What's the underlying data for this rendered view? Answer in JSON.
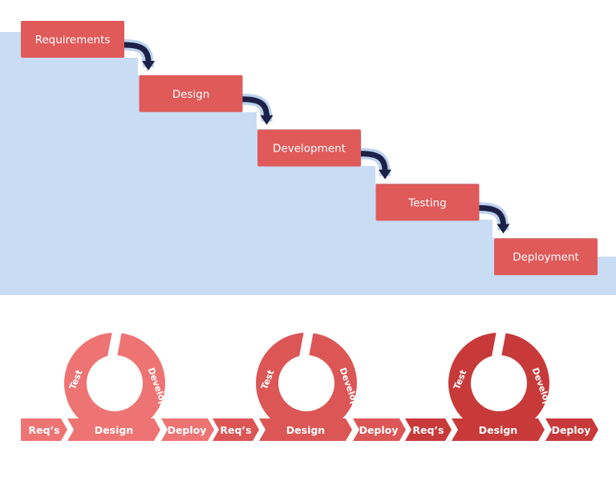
{
  "colors": {
    "panel": "#c8dcf4",
    "step": "#e05a5a",
    "connector": "#1d2148",
    "cycle_light": "#ee7474",
    "cycle_mid": "#dc5656",
    "cycle_dark": "#c83a3a"
  },
  "waterfall": {
    "steps": [
      "Requirements",
      "Design",
      "Development",
      "Testing",
      "Deployment"
    ]
  },
  "agile": {
    "labels": {
      "reqs": "Req’s",
      "design": "Design",
      "deploy": "Deploy",
      "test": "Test",
      "develop": "Develop"
    }
  }
}
